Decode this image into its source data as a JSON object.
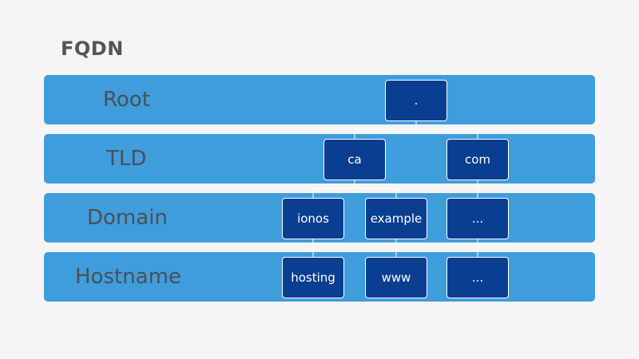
{
  "title": "FQDN",
  "levels": [
    {
      "label": "Root"
    },
    {
      "label": "TLD"
    },
    {
      "label": "Domain"
    },
    {
      "label": "Hostname"
    }
  ],
  "nodes": {
    "root": ".",
    "ca": "ca",
    "com": "com",
    "ionos": "ionos",
    "example": "example",
    "com_domain": "...",
    "hosting": "hosting",
    "www": "www",
    "com_host": "..."
  },
  "colors": {
    "band": "#3f9ddc",
    "node": "#0a3e91",
    "label": "#4a5058",
    "title": "#555555"
  }
}
